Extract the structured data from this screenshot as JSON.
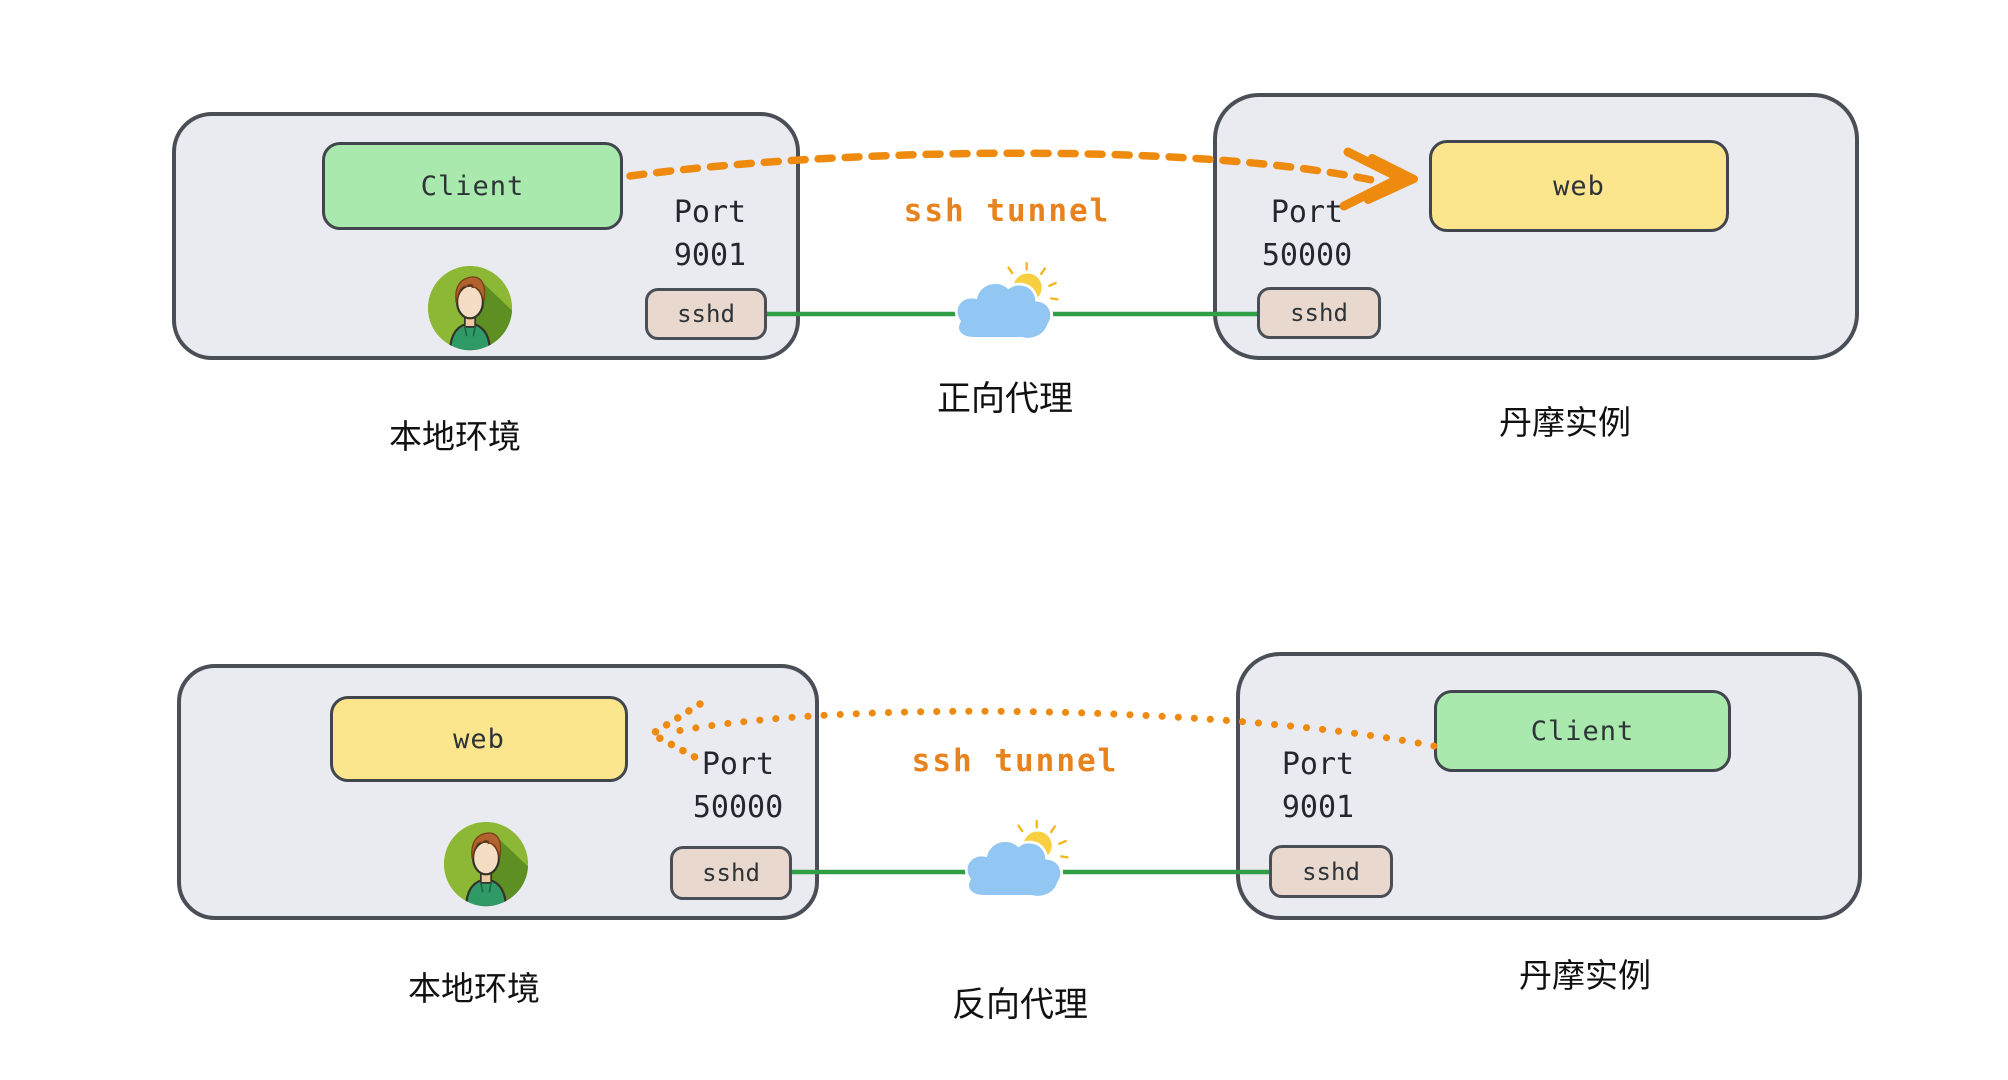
{
  "diagrams": [
    {
      "name": "forward-proxy",
      "tunnel_label": "ssh tunnel",
      "center_label": "正向代理",
      "left": {
        "label": "本地环境",
        "service": "Client",
        "port_word": "Port",
        "port_number": "9001",
        "daemon": "sshd"
      },
      "right": {
        "label": "丹摩实例",
        "service": "web",
        "port_word": "Port",
        "port_number": "50000",
        "daemon": "sshd"
      },
      "arrow": {
        "style": "dashed",
        "direction": "left-to-right"
      }
    },
    {
      "name": "reverse-proxy",
      "tunnel_label": "ssh tunnel",
      "center_label": "反向代理",
      "left": {
        "label": "本地环境",
        "service": "web",
        "port_word": "Port",
        "port_number": "50000",
        "daemon": "sshd"
      },
      "right": {
        "label": "丹摩实例",
        "service": "Client",
        "port_word": "Port",
        "port_number": "9001",
        "daemon": "sshd"
      },
      "arrow": {
        "style": "dotted",
        "direction": "right-to-left"
      }
    }
  ],
  "icons": {
    "cloud": "cloud-with-sun-icon",
    "avatar": "user-avatar-icon"
  },
  "colors": {
    "accent_orange": "#ee8a0e",
    "tunnel_text_orange": "#e8821c",
    "link_green": "#2f9e44",
    "client_fill": "#a9e9ad",
    "web_fill": "#fbe58d",
    "sshd_fill": "#e9d8ce",
    "box_fill": "#e9ebf1",
    "box_border": "#4a4f57",
    "cloud_blue": "#93c7f3",
    "sun_yellow": "#f8cf40"
  }
}
